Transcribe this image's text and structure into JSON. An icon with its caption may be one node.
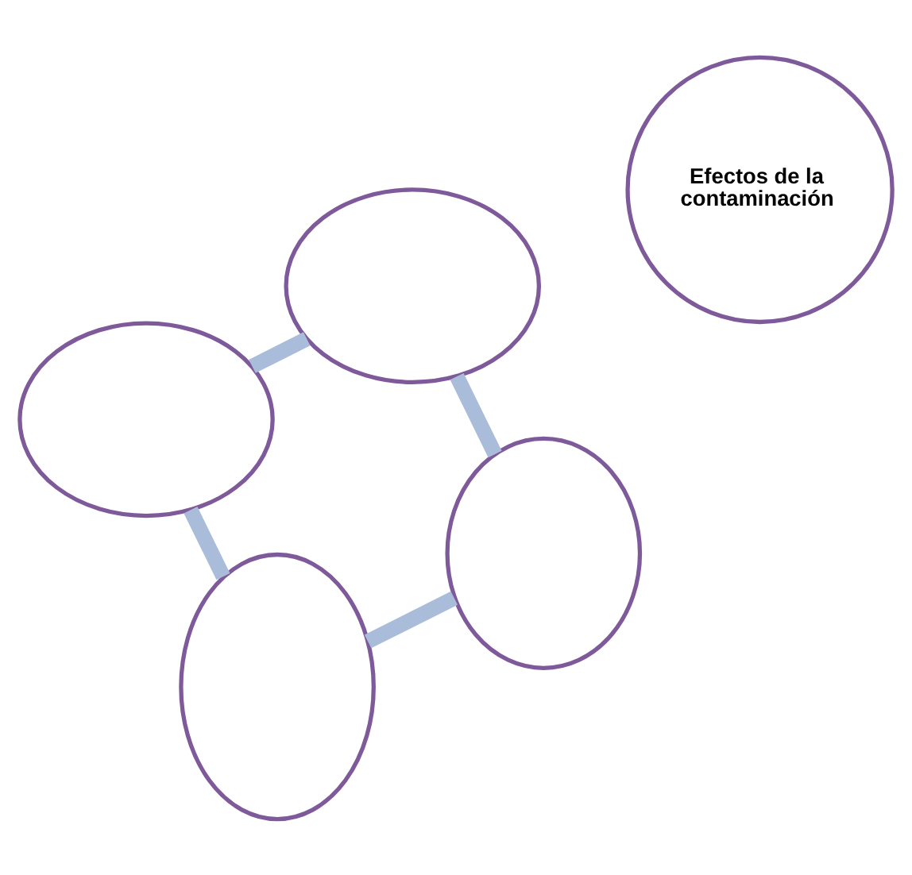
{
  "diagram": {
    "nodes": [
      {
        "text": [],
        "shape": "circle"
      },
      {
        "text": [],
        "shape": "circle"
      },
      {
        "text": [
          "Efectos de la contaminación"
        ]
      },
      {
        "text": [],
        "shape": "circle"
      },
      {
        "text": [],
        "shape": "circle"
      }
    ],
    "edges": [
      {
        "from": 0,
        "to": 3,
        "arrow": "none"
      },
      {
        "from": 3,
        "to": 4,
        "arrow": "none"
      },
      {
        "from": 4,
        "to": 1,
        "arrow": "none"
      },
      {
        "from": 1,
        "to": 0,
        "arrow": "none"
      }
    ]
  }
}
